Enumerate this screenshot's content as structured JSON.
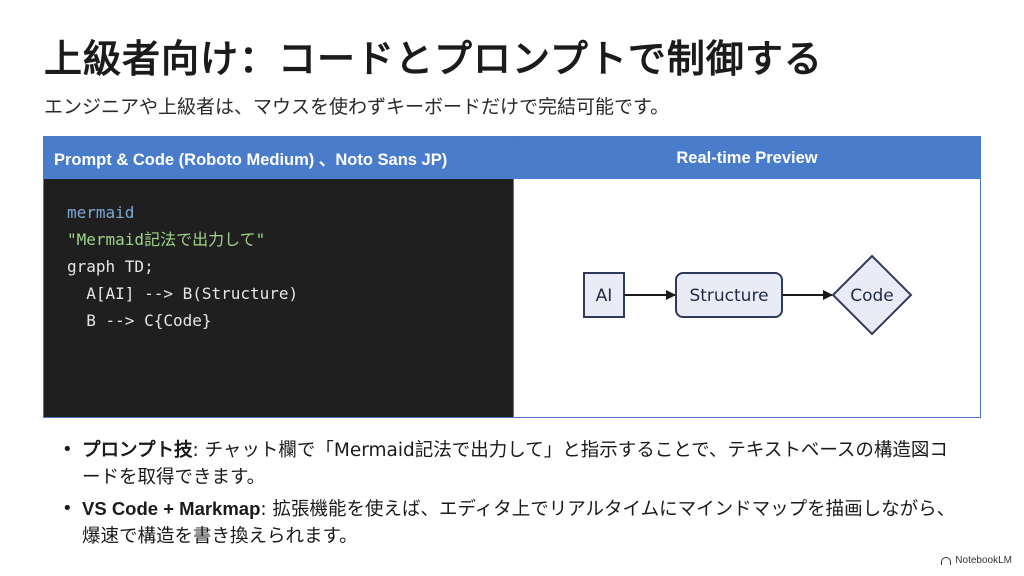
{
  "slide": {
    "title": "上級者向け：コードとプロンプトで制御する",
    "subtitle": "エンジニアや上級者は、マウスを使わずキーボードだけで完結可能です。"
  },
  "panel": {
    "left_header": "Prompt & Code (Roboto Medium) 、Noto Sans JP)",
    "right_header": "Real-time Preview",
    "code_lines": [
      "mermaid",
      "\"Mermaid記法で出力して\"",
      "graph TD;",
      "  A[AI] --> B(Structure)",
      "  B --> C{Code}"
    ],
    "nodes": {
      "a": "AI",
      "b": "Structure",
      "c": "Code"
    }
  },
  "bullets": [
    {
      "head": "プロンプト技",
      "body": ": チャット欄で「Mermaid記法で出力して」と指示することで、テキストベースの構造図コードを取得できます。"
    },
    {
      "head": "VS Code + Markmap",
      "body": ": 拡張機能を使えば、エディタ上でリアルタイムにマインドマップを描画しながら、爆速で構造を書き換えられます。"
    }
  ],
  "brand": {
    "name": "NotebookLM"
  }
}
